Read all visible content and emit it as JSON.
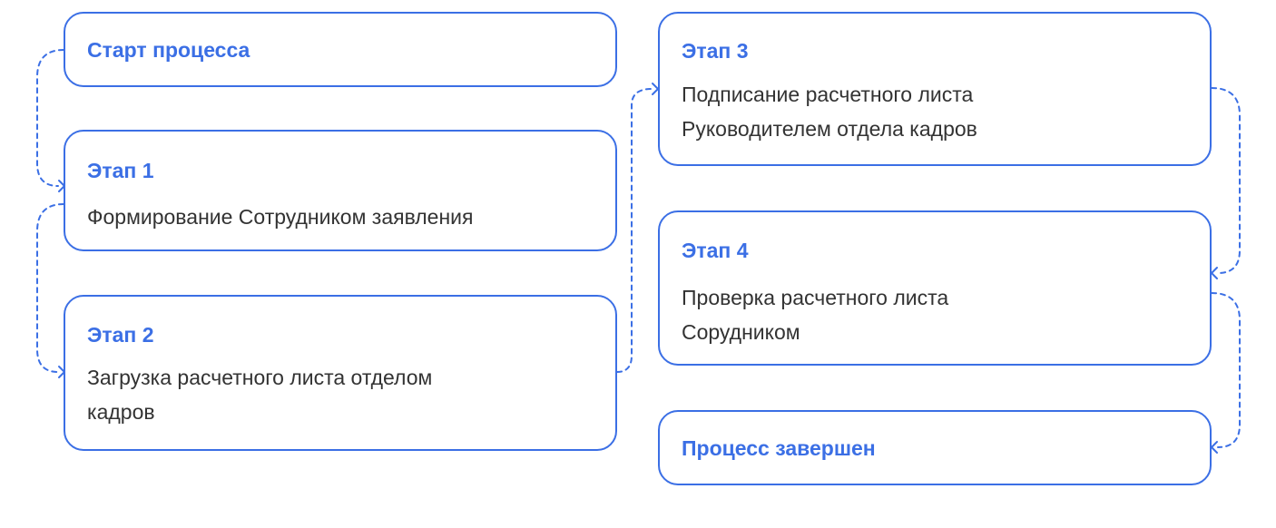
{
  "colors": {
    "accent": "#3b6fe5",
    "text": "#333333",
    "background": "#ffffff"
  },
  "steps": {
    "start": {
      "title": "Старт процесса"
    },
    "stage1": {
      "title": "Этап 1",
      "text": "Формирование Сотрудником заявления"
    },
    "stage2": {
      "title": "Этап 2",
      "text": "Загрузка расчетного листа отделом\nкадров"
    },
    "stage3": {
      "title": "Этап 3",
      "text": "Подписание расчетного листа\nРуководителем отдела кадров"
    },
    "stage4": {
      "title": "Этап 4",
      "text": "Проверка расчетного листа\nСорудником"
    },
    "end": {
      "title": "Процесс завершен"
    }
  }
}
